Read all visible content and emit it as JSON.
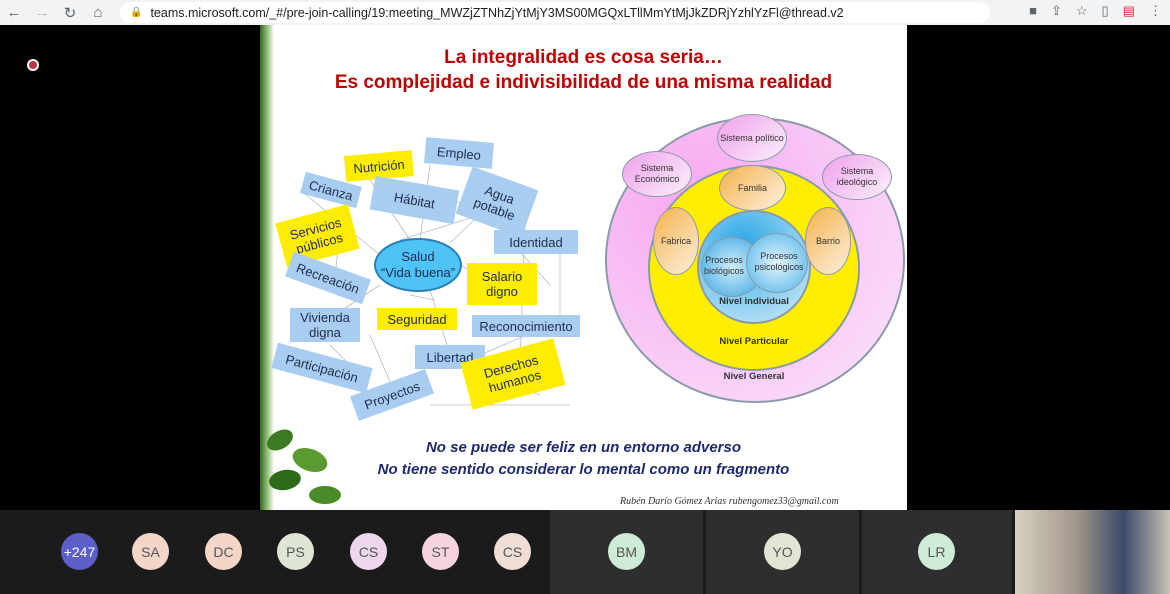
{
  "browser": {
    "url": "teams.microsoft.com/_#/pre-join-calling/19:meeting_MWZjZTNhZjYtMjY3MS00MGQxLTllMmYtMjJkZDRjYzhlYzFl@thread.v2"
  },
  "slide": {
    "title_1": "La integralidad es cosa seria…",
    "title_2": "Es complejidad e indivisibilidad de una misma realidad",
    "center": {
      "line1": "Salud",
      "line2": "“Vida buena”"
    },
    "words": [
      "Nutrición",
      "Empleo",
      "Crianza",
      "Hábitat",
      "Agua potable",
      "Servicios públicos",
      "Identidad",
      "Salario digno",
      "Recreación",
      "Vivienda digna",
      "Seguridad",
      "Reconocimiento",
      "Libertad",
      "Participación",
      "Derechos humanos",
      "Proyectos"
    ],
    "diagram": {
      "sistema_politico": "Sistema político",
      "sistema_economico": "Sistema Económico",
      "sistema_ideologico": "Sistema ideológico",
      "familia": "Familia",
      "fabrica": "Fabrica",
      "barrio": "Barrio",
      "procesos_bio": "Procesos biológicos",
      "procesos_psi": "Procesos psicológicos",
      "nivel_individual": "Nivel individual",
      "nivel_particular": "Nivel Particular",
      "nivel_general": "Nivel General"
    },
    "quote_1": "No se puede ser feliz en un entorno adverso",
    "quote_2": "No tiene sentido considerar lo mental como un fragmento",
    "signature": "Rubén Darío Gómez Arias  rubengomez33@gmail.com"
  },
  "participants": [
    {
      "initials": "+247",
      "color": "#5b5fc7"
    },
    {
      "initials": "SA",
      "color": "#f3d6c8"
    },
    {
      "initials": "DC",
      "color": "#f3d6c8"
    },
    {
      "initials": "PS",
      "color": "#dde6d5"
    },
    {
      "initials": "CS",
      "color": "#ecd7ec"
    },
    {
      "initials": "ST",
      "color": "#f6d3e0"
    },
    {
      "initials": "CS",
      "color": "#eeded6"
    },
    {
      "initials": "BM",
      "color": "#cdebd6"
    },
    {
      "initials": "YO",
      "color": "#e1e6d4"
    },
    {
      "initials": "LR",
      "color": "#cdebd6"
    }
  ]
}
